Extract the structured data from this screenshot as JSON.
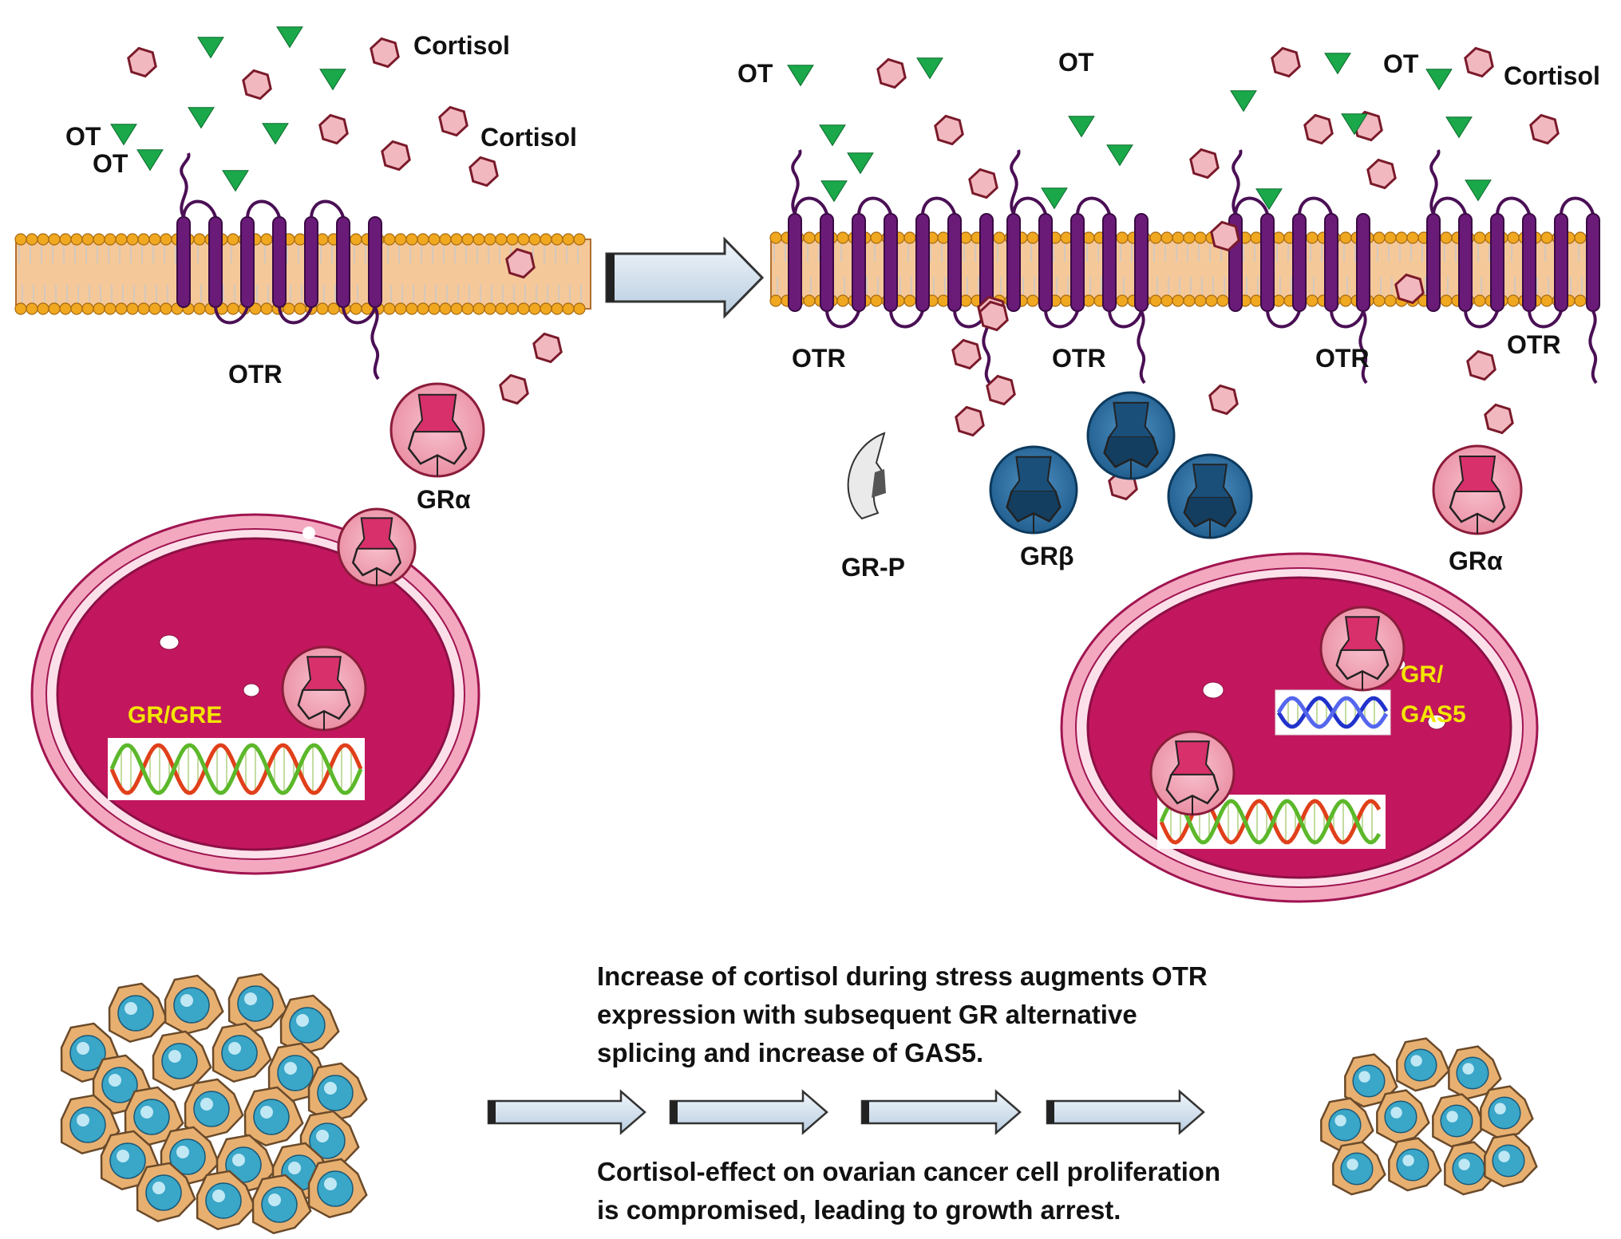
{
  "labels": {
    "cortisol": "Cortisol",
    "ot": "OT",
    "otr": "OTR",
    "gr_alpha": "GRα",
    "gr_beta": "GRβ",
    "gr_p": "GR-P",
    "gr_gre": "GR/GRE",
    "gr_gas5_top": "GR/",
    "gr_gas5_bottom": "GAS5"
  },
  "caption_top": [
    "Increase of cortisol during stress augments OTR",
    "expression with subsequent GR alternative",
    "splicing and increase of GAS5."
  ],
  "caption_bottom": [
    "Cortisol-effect on ovarian cancer cell proliferation",
    "is compromised, leading to growth arrest."
  ],
  "colors": {
    "cortisol_fill": "#f2b8c0",
    "ot_fill": "#1aa84a",
    "receptor": "#6a1b78",
    "membrane": "#f5c89a",
    "nucleus": "#c21a60",
    "gr_alpha": "#f06a8a",
    "gr_beta": "#2a6fa0",
    "cell": "#e8b070"
  }
}
